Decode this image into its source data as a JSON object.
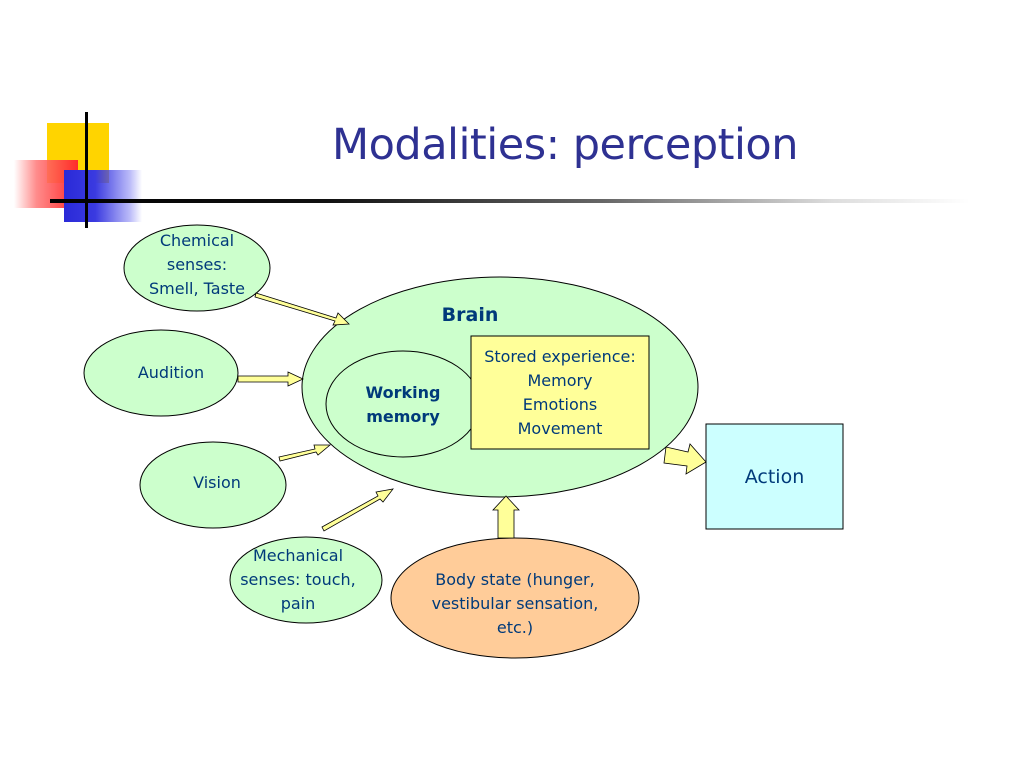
{
  "slide": {
    "title": "Modalities: perception"
  },
  "nodes": {
    "chemical": "Chemical\nsenses:\nSmell, Taste",
    "audition": "Audition",
    "vision": "Vision",
    "mechanical": "Mechanical\nsenses: touch,\npain",
    "brain": "Brain",
    "working_memory": "Working\nmemory",
    "stored_experience": "Stored experience:\nMemory\nEmotions\nMovement",
    "body_state": "Body state (hunger,\nvestibular sensation,\netc.)",
    "action": "Action"
  },
  "colors": {
    "title": "#2e3192",
    "sense_fill": "#ccffcc",
    "brain_fill": "#ccffcc",
    "stored_fill": "#ffff99",
    "body_fill": "#ffcc99",
    "action_fill": "#ccffff",
    "arrow_fill": "#ffff99",
    "text": "#003a7a"
  }
}
